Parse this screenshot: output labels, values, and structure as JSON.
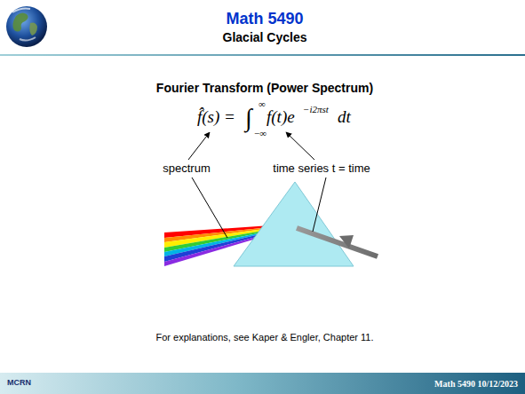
{
  "diagram": {
    "title": "Math 5490",
    "labels": [
      "Glacial Cycles",
      "Fourier Transform (Power Spectrum)",
      "f̂(s) =",
      "∫",
      "∞",
      "−∞",
      "f(t)e",
      "−i2πst",
      "dt",
      "spectrum",
      "time series t = time",
      "For explanations, see Kaper & Engler, Chapter 11.",
      "MCRN",
      "Math 5490 10/12/2023"
    ]
  }
}
